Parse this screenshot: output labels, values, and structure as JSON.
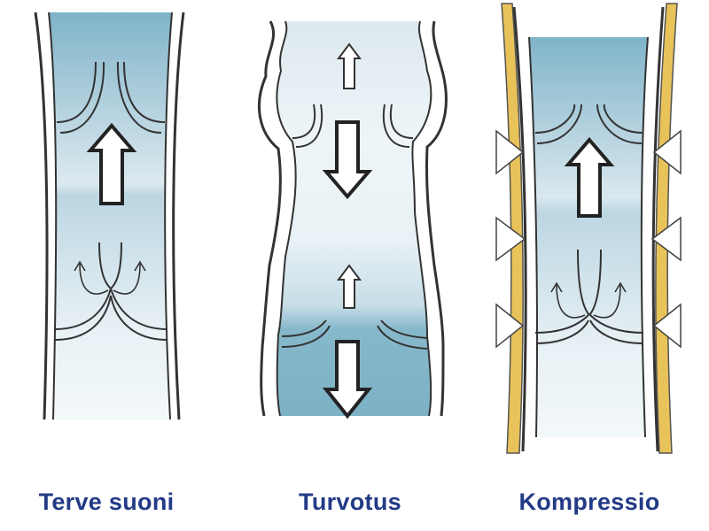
{
  "labels": {
    "healthy": "Terve suoni",
    "swelling": "Turvotus",
    "compression": "Kompressio"
  },
  "colors": {
    "blood_dark": "#7fb3c8",
    "blood_light": "#e4eff4",
    "vessel_wall": "#333333",
    "compression_band": "#e8c35a",
    "caption": "#233a86"
  },
  "panels": [
    {
      "id": "healthy",
      "flow": "upward",
      "valves": "closed"
    },
    {
      "id": "swelling",
      "flow": "downward (reflux)",
      "valves": "incompetent"
    },
    {
      "id": "compression",
      "flow": "upward",
      "valves": "closed",
      "compression_pointers": 6
    }
  ]
}
